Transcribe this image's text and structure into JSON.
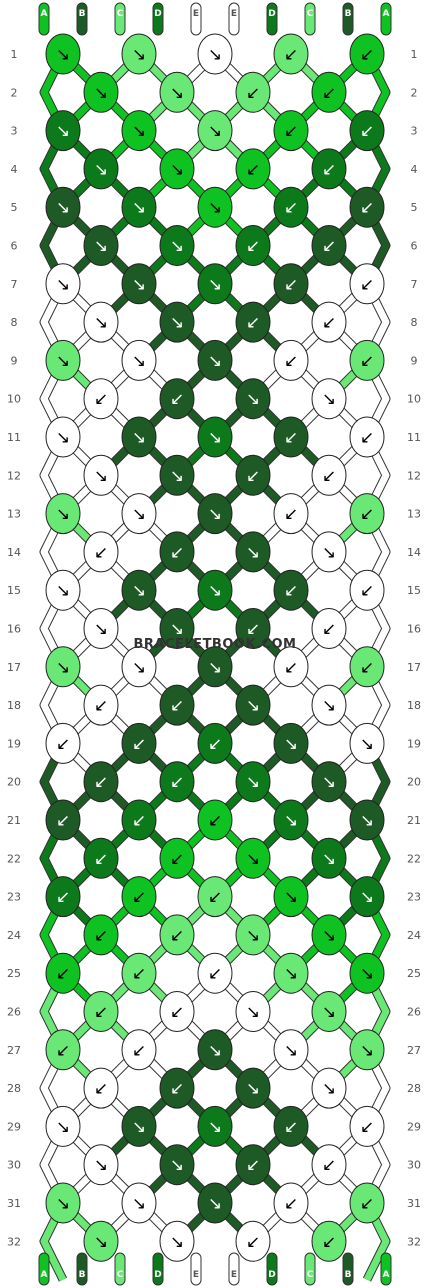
{
  "watermark": "BRACELETBOOK.COM",
  "colors": {
    "A": "#0ec321",
    "B": "#1e5a25",
    "C": "#6ae876",
    "D": "#0c7a1b",
    "E": "#ffffff"
  },
  "top_strings": [
    "A",
    "B",
    "C",
    "D",
    "E",
    "E",
    "D",
    "C",
    "B",
    "A"
  ],
  "bottom_strings": [
    "A",
    "B",
    "C",
    "D",
    "E",
    "E",
    "D",
    "C",
    "B",
    "A"
  ],
  "row_labels": [
    "1",
    "2",
    "3",
    "4",
    "5",
    "6",
    "7",
    "8",
    "9",
    "10",
    "11",
    "12",
    "13",
    "14",
    "15",
    "16",
    "17",
    "18",
    "19",
    "20",
    "21",
    "22",
    "23",
    "24",
    "25",
    "26",
    "27",
    "28",
    "29",
    "30",
    "31",
    "32"
  ],
  "rows": [
    [
      [
        "A",
        "↘"
      ],
      [
        "C",
        "↘"
      ],
      [
        "E",
        "↘"
      ],
      [
        "C",
        "↙"
      ],
      [
        "A",
        "↙"
      ]
    ],
    [
      [
        "A",
        "↘"
      ],
      [
        "C",
        "↘"
      ],
      [
        "C",
        "↙"
      ],
      [
        "A",
        "↙"
      ]
    ],
    [
      [
        "D",
        "↘"
      ],
      [
        "A",
        "↘"
      ],
      [
        "C",
        "↘"
      ],
      [
        "A",
        "↙"
      ],
      [
        "D",
        "↙"
      ]
    ],
    [
      [
        "D",
        "↘"
      ],
      [
        "A",
        "↘"
      ],
      [
        "A",
        "↙"
      ],
      [
        "D",
        "↙"
      ]
    ],
    [
      [
        "B",
        "↘"
      ],
      [
        "D",
        "↘"
      ],
      [
        "A",
        "↘"
      ],
      [
        "D",
        "↙"
      ],
      [
        "B",
        "↙"
      ]
    ],
    [
      [
        "B",
        "↘"
      ],
      [
        "D",
        "↘"
      ],
      [
        "D",
        "↙"
      ],
      [
        "B",
        "↙"
      ]
    ],
    [
      [
        "E",
        "↘"
      ],
      [
        "B",
        "↘"
      ],
      [
        "D",
        "↘"
      ],
      [
        "B",
        "↙"
      ],
      [
        "E",
        "↙"
      ]
    ],
    [
      [
        "E",
        "↘"
      ],
      [
        "B",
        "↘"
      ],
      [
        "B",
        "↙"
      ],
      [
        "E",
        "↙"
      ]
    ],
    [
      [
        "C",
        "↘"
      ],
      [
        "E",
        "↘"
      ],
      [
        "B",
        "↘"
      ],
      [
        "E",
        "↙"
      ],
      [
        "C",
        "↙"
      ]
    ],
    [
      [
        "E",
        "↙"
      ],
      [
        "B",
        "↙"
      ],
      [
        "B",
        "↘"
      ],
      [
        "E",
        "↘"
      ]
    ],
    [
      [
        "E",
        "↘"
      ],
      [
        "B",
        "↘"
      ],
      [
        "D",
        "↘"
      ],
      [
        "B",
        "↙"
      ],
      [
        "E",
        "↙"
      ]
    ],
    [
      [
        "E",
        "↘"
      ],
      [
        "B",
        "↘"
      ],
      [
        "B",
        "↙"
      ],
      [
        "E",
        "↙"
      ]
    ],
    [
      [
        "C",
        "↘"
      ],
      [
        "E",
        "↘"
      ],
      [
        "B",
        "↘"
      ],
      [
        "E",
        "↙"
      ],
      [
        "C",
        "↙"
      ]
    ],
    [
      [
        "E",
        "↙"
      ],
      [
        "B",
        "↙"
      ],
      [
        "B",
        "↘"
      ],
      [
        "E",
        "↘"
      ]
    ],
    [
      [
        "E",
        "↘"
      ],
      [
        "B",
        "↘"
      ],
      [
        "D",
        "↘"
      ],
      [
        "B",
        "↙"
      ],
      [
        "E",
        "↙"
      ]
    ],
    [
      [
        "E",
        "↘"
      ],
      [
        "B",
        "↘"
      ],
      [
        "B",
        "↙"
      ],
      [
        "E",
        "↙"
      ]
    ],
    [
      [
        "C",
        "↘"
      ],
      [
        "E",
        "↘"
      ],
      [
        "B",
        "↘"
      ],
      [
        "E",
        "↙"
      ],
      [
        "C",
        "↙"
      ]
    ],
    [
      [
        "E",
        "↙"
      ],
      [
        "B",
        "↙"
      ],
      [
        "B",
        "↘"
      ],
      [
        "E",
        "↘"
      ]
    ],
    [
      [
        "E",
        "↙"
      ],
      [
        "B",
        "↙"
      ],
      [
        "D",
        "↙"
      ],
      [
        "B",
        "↘"
      ],
      [
        "E",
        "↘"
      ]
    ],
    [
      [
        "B",
        "↙"
      ],
      [
        "D",
        "↙"
      ],
      [
        "D",
        "↘"
      ],
      [
        "B",
        "↘"
      ]
    ],
    [
      [
        "B",
        "↙"
      ],
      [
        "D",
        "↙"
      ],
      [
        "A",
        "↙"
      ],
      [
        "D",
        "↘"
      ],
      [
        "B",
        "↘"
      ]
    ],
    [
      [
        "D",
        "↙"
      ],
      [
        "A",
        "↙"
      ],
      [
        "A",
        "↘"
      ],
      [
        "D",
        "↘"
      ]
    ],
    [
      [
        "D",
        "↙"
      ],
      [
        "A",
        "↙"
      ],
      [
        "C",
        "↙"
      ],
      [
        "A",
        "↘"
      ],
      [
        "D",
        "↘"
      ]
    ],
    [
      [
        "A",
        "↙"
      ],
      [
        "C",
        "↙"
      ],
      [
        "C",
        "↘"
      ],
      [
        "A",
        "↘"
      ]
    ],
    [
      [
        "A",
        "↙"
      ],
      [
        "C",
        "↙"
      ],
      [
        "E",
        "↙"
      ],
      [
        "C",
        "↘"
      ],
      [
        "A",
        "↘"
      ]
    ],
    [
      [
        "C",
        "↙"
      ],
      [
        "E",
        "↙"
      ],
      [
        "E",
        "↘"
      ],
      [
        "C",
        "↘"
      ]
    ],
    [
      [
        "C",
        "↙"
      ],
      [
        "E",
        "↙"
      ],
      [
        "B",
        "↘"
      ],
      [
        "E",
        "↘"
      ],
      [
        "C",
        "↘"
      ]
    ],
    [
      [
        "E",
        "↙"
      ],
      [
        "B",
        "↙"
      ],
      [
        "B",
        "↘"
      ],
      [
        "E",
        "↘"
      ]
    ],
    [
      [
        "E",
        "↘"
      ],
      [
        "B",
        "↘"
      ],
      [
        "D",
        "↘"
      ],
      [
        "B",
        "↙"
      ],
      [
        "E",
        "↙"
      ]
    ],
    [
      [
        "E",
        "↘"
      ],
      [
        "B",
        "↘"
      ],
      [
        "B",
        "↙"
      ],
      [
        "E",
        "↙"
      ]
    ],
    [
      [
        "C",
        "↘"
      ],
      [
        "E",
        "↘"
      ],
      [
        "B",
        "↘"
      ],
      [
        "E",
        "↙"
      ],
      [
        "C",
        "↙"
      ]
    ],
    [
      [
        "C",
        "↘"
      ],
      [
        "E",
        "↘"
      ],
      [
        "E",
        "↙"
      ],
      [
        "C",
        "↙"
      ]
    ]
  ]
}
